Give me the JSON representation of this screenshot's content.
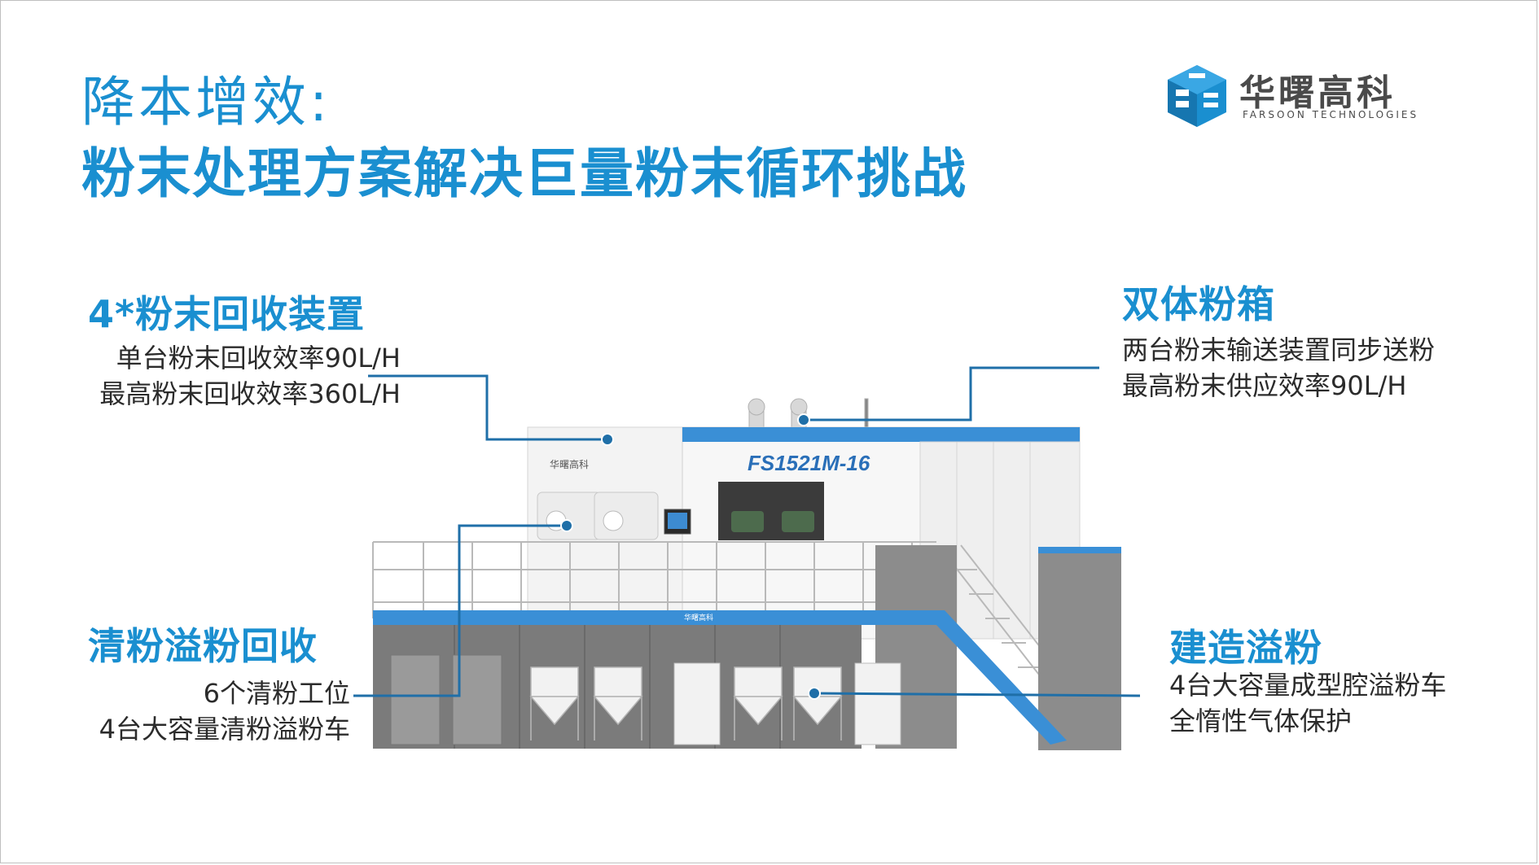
{
  "slide": {
    "title_line1": "降本增效:",
    "title_line2": "粉末处理方案解决巨量粉末循环挑战"
  },
  "logo": {
    "name_cn": "华曙高科",
    "name_en": "FARSOON TECHNOLOGIES"
  },
  "machine": {
    "model_label": "FS1521M-16",
    "panel_brand": "华曙高科",
    "platform_brand": "华曙高科"
  },
  "callouts": {
    "recovery": {
      "title": "4*粉末回收装置",
      "lines": [
        "单台粉末回收效率90L/H",
        "最高粉末回收效率360L/H"
      ]
    },
    "dual_box": {
      "title": "双体粉箱",
      "lines": [
        "两台粉末输送装置同步送粉",
        "最高粉末供应效率90L/H"
      ]
    },
    "overflow_recovery": {
      "title": "清粉溢粉回收",
      "lines": [
        "6个清粉工位",
        "4台大容量清粉溢粉车"
      ]
    },
    "build_overflow": {
      "title": "建造溢粉",
      "lines": [
        "4台大容量成型腔溢粉车",
        "全惰性气体保护"
      ]
    }
  },
  "colors": {
    "accent_blue": "#1a8fd0",
    "text_dark": "#2b2b2b",
    "line_blue": "#1f6fa8"
  }
}
